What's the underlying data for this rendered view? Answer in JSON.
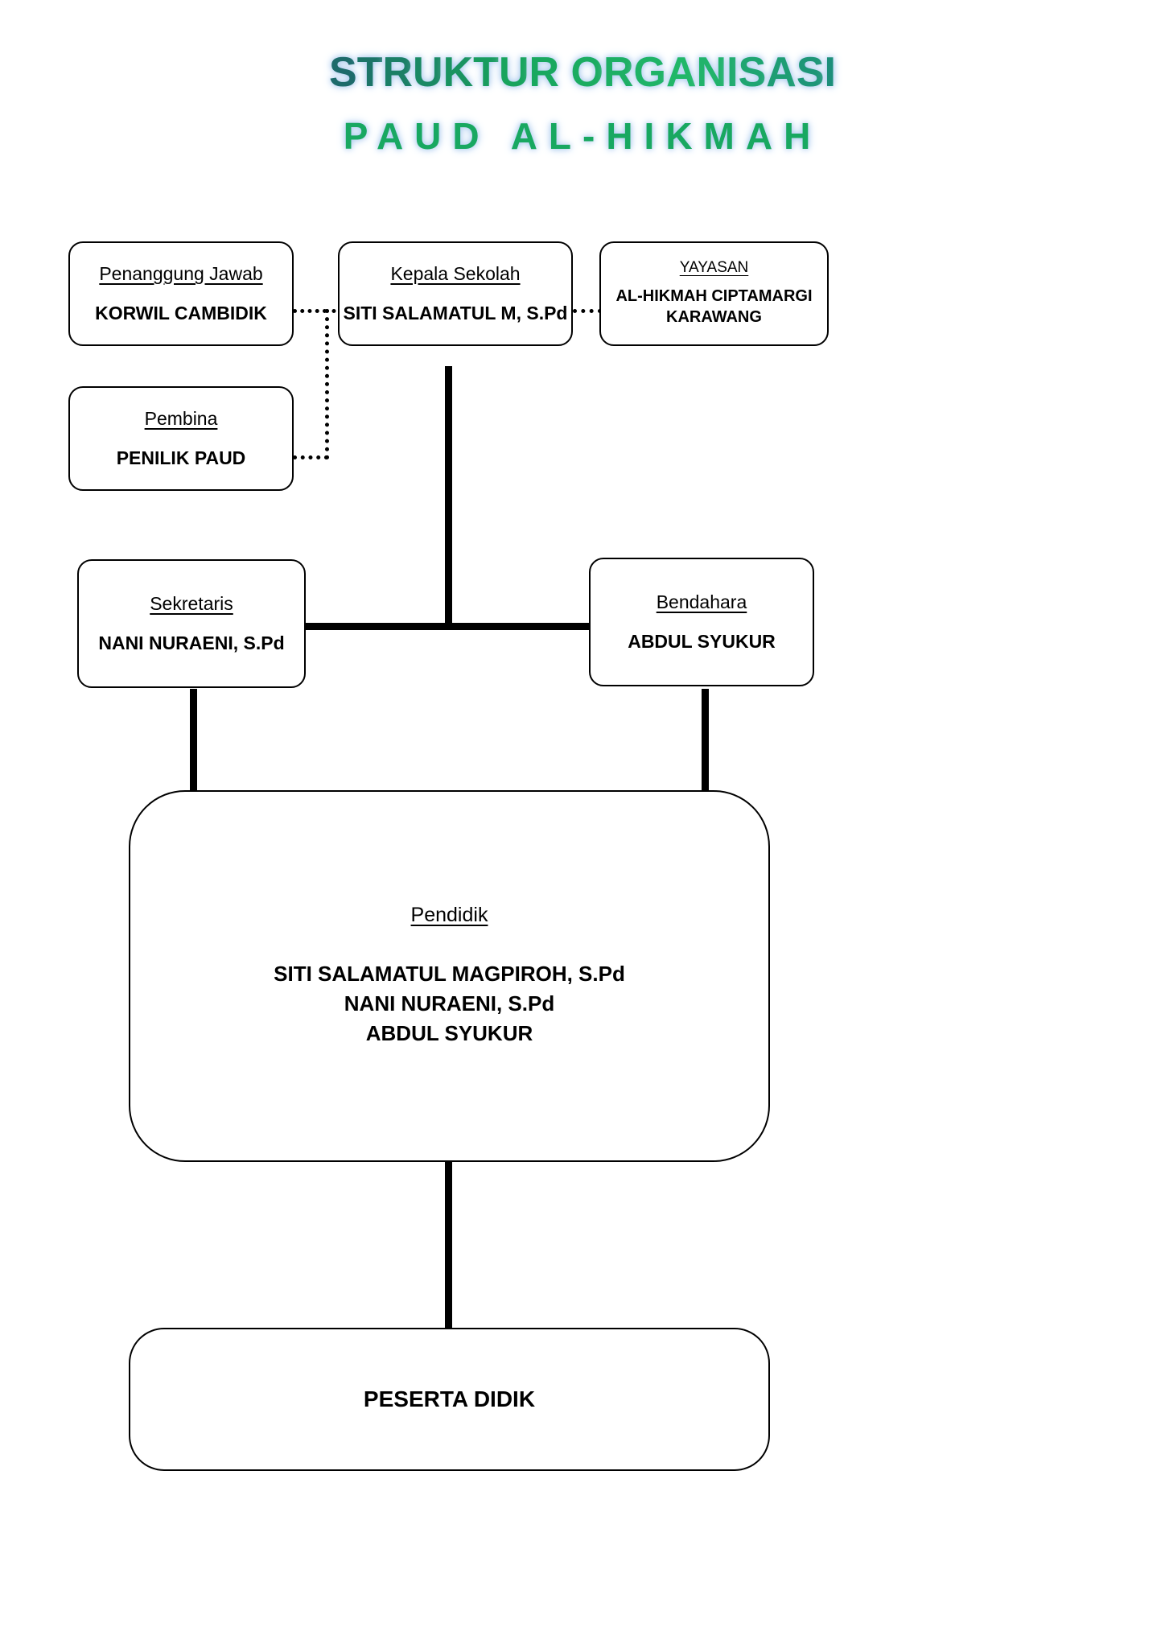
{
  "title": {
    "main": "STRUKTUR ORGANISASI",
    "sub": "PAUD AL-HIKMAH",
    "main_colors": [
      "#1d6b6b",
      "#17a35c",
      "#21b869",
      "#1d8f7a"
    ],
    "sub_color": "#18a861",
    "glow_color": "#a8c8ee"
  },
  "nodes": {
    "penanggung_jawab": {
      "role": "Penanggung Jawab",
      "name": "KORWIL CAMBIDIK"
    },
    "kepala_sekolah": {
      "role": "Kepala Sekolah",
      "name": "SITI SALAMATUL M, S.Pd"
    },
    "yayasan": {
      "role": "YAYASAN",
      "name": "AL-HIKMAH CIPTAMARGI\nKARAWANG"
    },
    "pembina": {
      "role": "Pembina",
      "name": "PENILIK PAUD"
    },
    "sekretaris": {
      "role": "Sekretaris",
      "name": "NANI NURAENI, S.Pd"
    },
    "bendahara": {
      "role": "Bendahara",
      "name": "ABDUL SYUKUR"
    },
    "pendidik": {
      "role": "Pendidik",
      "name": "SITI SALAMATUL MAGPIROH, S.Pd\nNANI NURAENI, S.Pd\nABDUL SYUKUR"
    },
    "peserta_didik": {
      "role": "",
      "name": "PESERTA DIDIK"
    }
  },
  "colors": {
    "box_border": "#000000",
    "box_fill": "#ffffff",
    "connector": "#000000",
    "page_background": "#ffffff"
  }
}
